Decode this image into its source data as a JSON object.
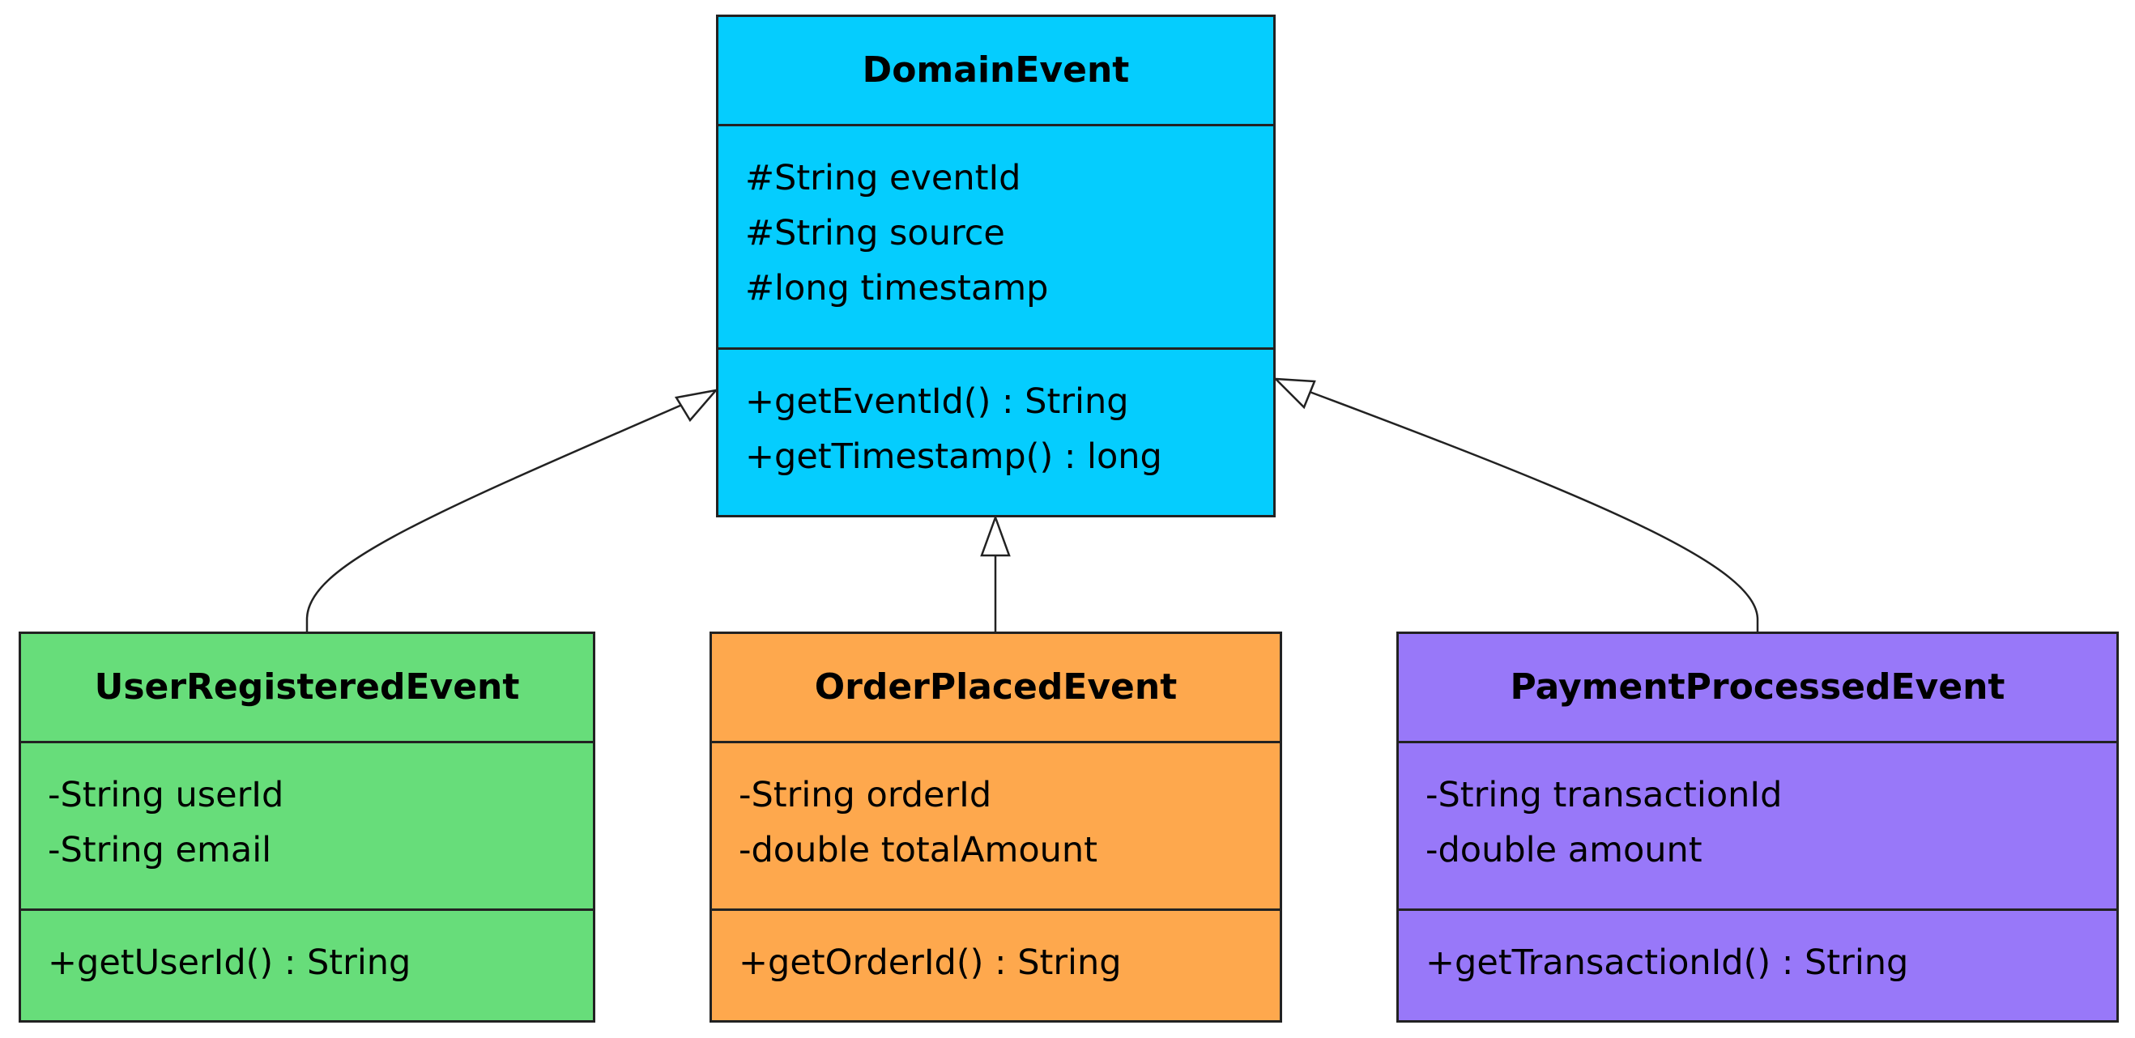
{
  "colors": {
    "base": "#05cdfe",
    "user": "#67dd7a",
    "order": "#fea84d",
    "payment": "#9878f9",
    "stroke": "#222222"
  },
  "classes": {
    "domain_event": {
      "name": "DomainEvent",
      "fields": [
        "#String eventId",
        "#String source",
        "#long timestamp"
      ],
      "methods": [
        "+getEventId() : String",
        "+getTimestamp() : long"
      ]
    },
    "user_registered_event": {
      "name": "UserRegisteredEvent",
      "fields": [
        "-String userId",
        "-String email"
      ],
      "methods": [
        "+getUserId() : String"
      ]
    },
    "order_placed_event": {
      "name": "OrderPlacedEvent",
      "fields": [
        "-String orderId",
        "-double totalAmount"
      ],
      "methods": [
        "+getOrderId() : String"
      ]
    },
    "payment_processed_event": {
      "name": "PaymentProcessedEvent",
      "fields": [
        "-String transactionId",
        "-double amount"
      ],
      "methods": [
        "+getTransactionId() : String"
      ]
    }
  },
  "relations": [
    {
      "type": "inheritance",
      "from": "UserRegisteredEvent",
      "to": "DomainEvent"
    },
    {
      "type": "inheritance",
      "from": "OrderPlacedEvent",
      "to": "DomainEvent"
    },
    {
      "type": "inheritance",
      "from": "PaymentProcessedEvent",
      "to": "DomainEvent"
    }
  ]
}
